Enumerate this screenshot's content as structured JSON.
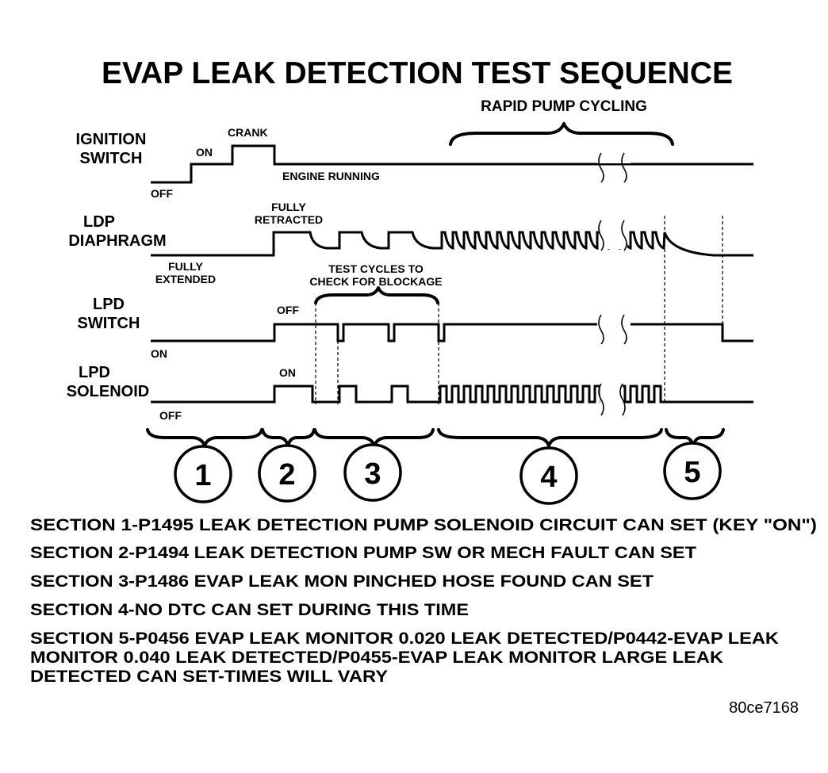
{
  "title": "EVAP LEAK DETECTION TEST SEQUENCE",
  "rapid_pump_cycling": "RAPID PUMP CYCLING",
  "rows": {
    "ignition": {
      "name_line1": "IGNITION",
      "name_line2": "SWITCH",
      "state_off": "OFF",
      "state_on": "ON",
      "state_crank": "CRANK",
      "state_running": "ENGINE RUNNING"
    },
    "diaphragm": {
      "name_line1": "LDP",
      "name_line2": "DIAPHRAGM",
      "state_retracted_line1": "FULLY",
      "state_retracted_line2": "RETRACTED",
      "state_extended_line1": "FULLY",
      "state_extended_line2": "EXTENDED"
    },
    "test_cycles_line1": "TEST CYCLES TO",
    "test_cycles_line2": "CHECK FOR BLOCKAGE",
    "switch": {
      "name_line1": "LPD",
      "name_line2": "SWITCH",
      "state_off": "OFF",
      "state_on": "ON"
    },
    "solenoid": {
      "name_line1": "LPD",
      "name_line2": "SOLENOID",
      "state_on": "ON",
      "state_off": "OFF"
    }
  },
  "sections": [
    "1",
    "2",
    "3",
    "4",
    "5"
  ],
  "notes": [
    "SECTION 1-P1495 LEAK DETECTION PUMP SOLENOID CIRCUIT CAN SET (KEY \"ON\")",
    "SECTION 2-P1494 LEAK DETECTION PUMP SW OR MECH FAULT CAN SET",
    "SECTION 3-P1486 EVAP LEAK MON PINCHED HOSE FOUND CAN SET",
    "SECTION 4-NO DTC CAN SET DURING THIS TIME",
    "SECTION 5-P0456 EVAP LEAK MONITOR 0.020 LEAK DETECTED/P0442-EVAP LEAK",
    "MONITOR 0.040 LEAK DETECTED/P0455-EVAP LEAK MONITOR LARGE LEAK",
    "DETECTED CAN SET-TIMES WILL VARY"
  ],
  "figure_id": "80ce7168"
}
